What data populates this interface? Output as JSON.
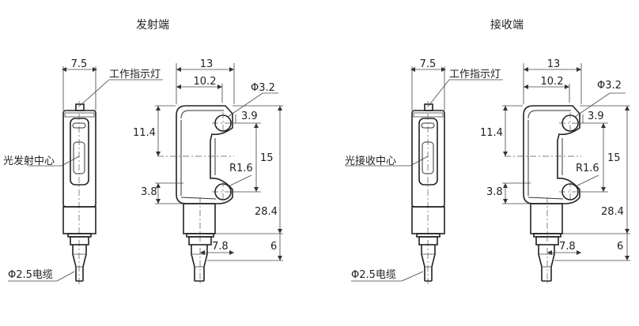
{
  "titles": {
    "emitter": "发射端",
    "receiver": "接收端"
  },
  "emitter": {
    "indicator_label": "工作指示灯",
    "center_label": "光发射中心",
    "cable_label": "Φ2.5电缆"
  },
  "receiver": {
    "indicator_label": "工作指示灯",
    "center_label": "光接收中心",
    "cable_label": "Φ2.5电缆"
  },
  "dims": {
    "width_small": "7.5",
    "width_total": "13",
    "width_inner": "10.2",
    "hole_dia": "Φ3.2",
    "hole_offset": "3.9",
    "height_upper": "11.4",
    "hole_spacing": "15",
    "radius": "R1.6",
    "height_lower": "3.8",
    "height_total": "28.4",
    "cable_offset": "7.8",
    "cable_len": "6"
  }
}
